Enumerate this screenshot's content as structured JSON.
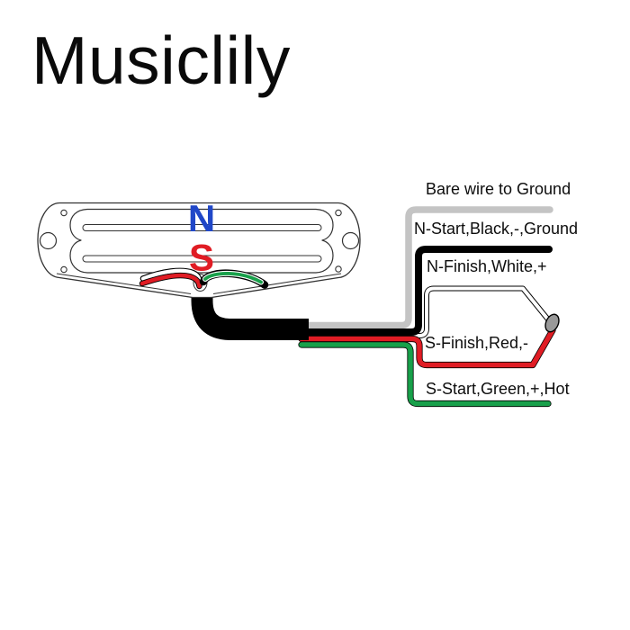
{
  "brand": {
    "title": "Musiclily"
  },
  "diagram": {
    "pickup": {
      "north_label": "N",
      "south_label": "S"
    },
    "labels": {
      "bare": "Bare wire to Ground",
      "n_start": "N-Start,Black,-,Ground",
      "n_finish": "N-Finish,White,+",
      "s_finish": "S-Finish,Red,-",
      "s_start": "S-Start,Green,+,Hot"
    },
    "colors": {
      "north": "#2047C8",
      "south": "#E01C24",
      "bare_wire": "#C4C4C4",
      "red_wire": "#E01C24",
      "green_wire": "#18A04A",
      "solder_joint": "#999999"
    }
  }
}
